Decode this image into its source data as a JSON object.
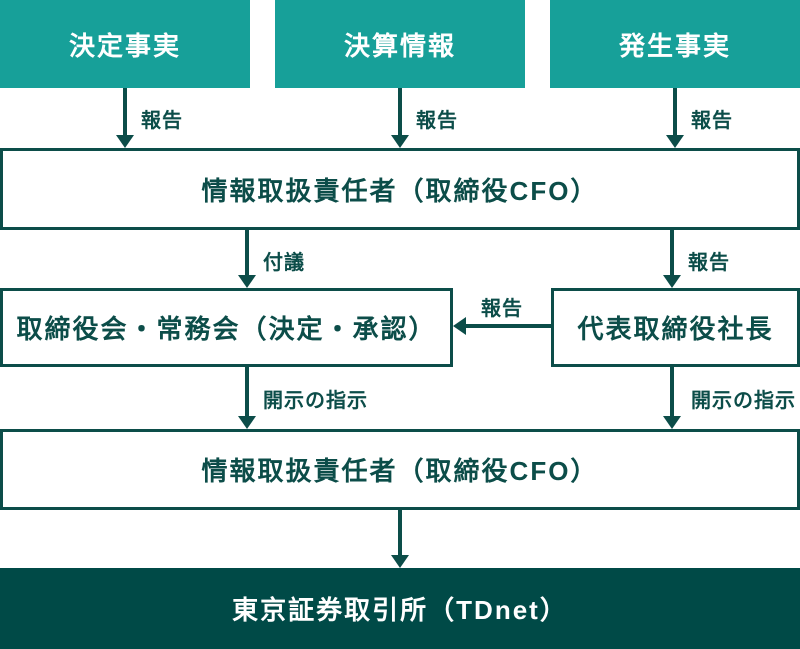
{
  "colors": {
    "teal": "#17A099",
    "dark_teal": "#004A47",
    "line": "#0C4D49",
    "text_on_teal": "#FFFFFF"
  },
  "nodes": {
    "decided_facts": {
      "label": "決定事実"
    },
    "financial_results": {
      "label": "決算情報"
    },
    "occurred_facts": {
      "label": "発生事実"
    },
    "info_officer_upper": {
      "label": "情報取扱責任者（取締役CFO）"
    },
    "board": {
      "label": "取締役会・常務会（決定・承認）"
    },
    "president": {
      "label": "代表取締役社長"
    },
    "info_officer_lower": {
      "label": "情報取扱責任者（取締役CFO）"
    },
    "tse": {
      "label": "東京証券取引所（TDnet）"
    }
  },
  "edges": {
    "decided_to_officer": {
      "label": "報告"
    },
    "financial_to_officer": {
      "label": "報告"
    },
    "occurred_to_officer": {
      "label": "報告"
    },
    "officer_to_board": {
      "label": "付議"
    },
    "officer_to_president": {
      "label": "報告"
    },
    "president_to_board": {
      "label": "報告"
    },
    "board_to_officer": {
      "label": "開示の指示"
    },
    "president_to_officer": {
      "label": "開示の指示"
    }
  }
}
